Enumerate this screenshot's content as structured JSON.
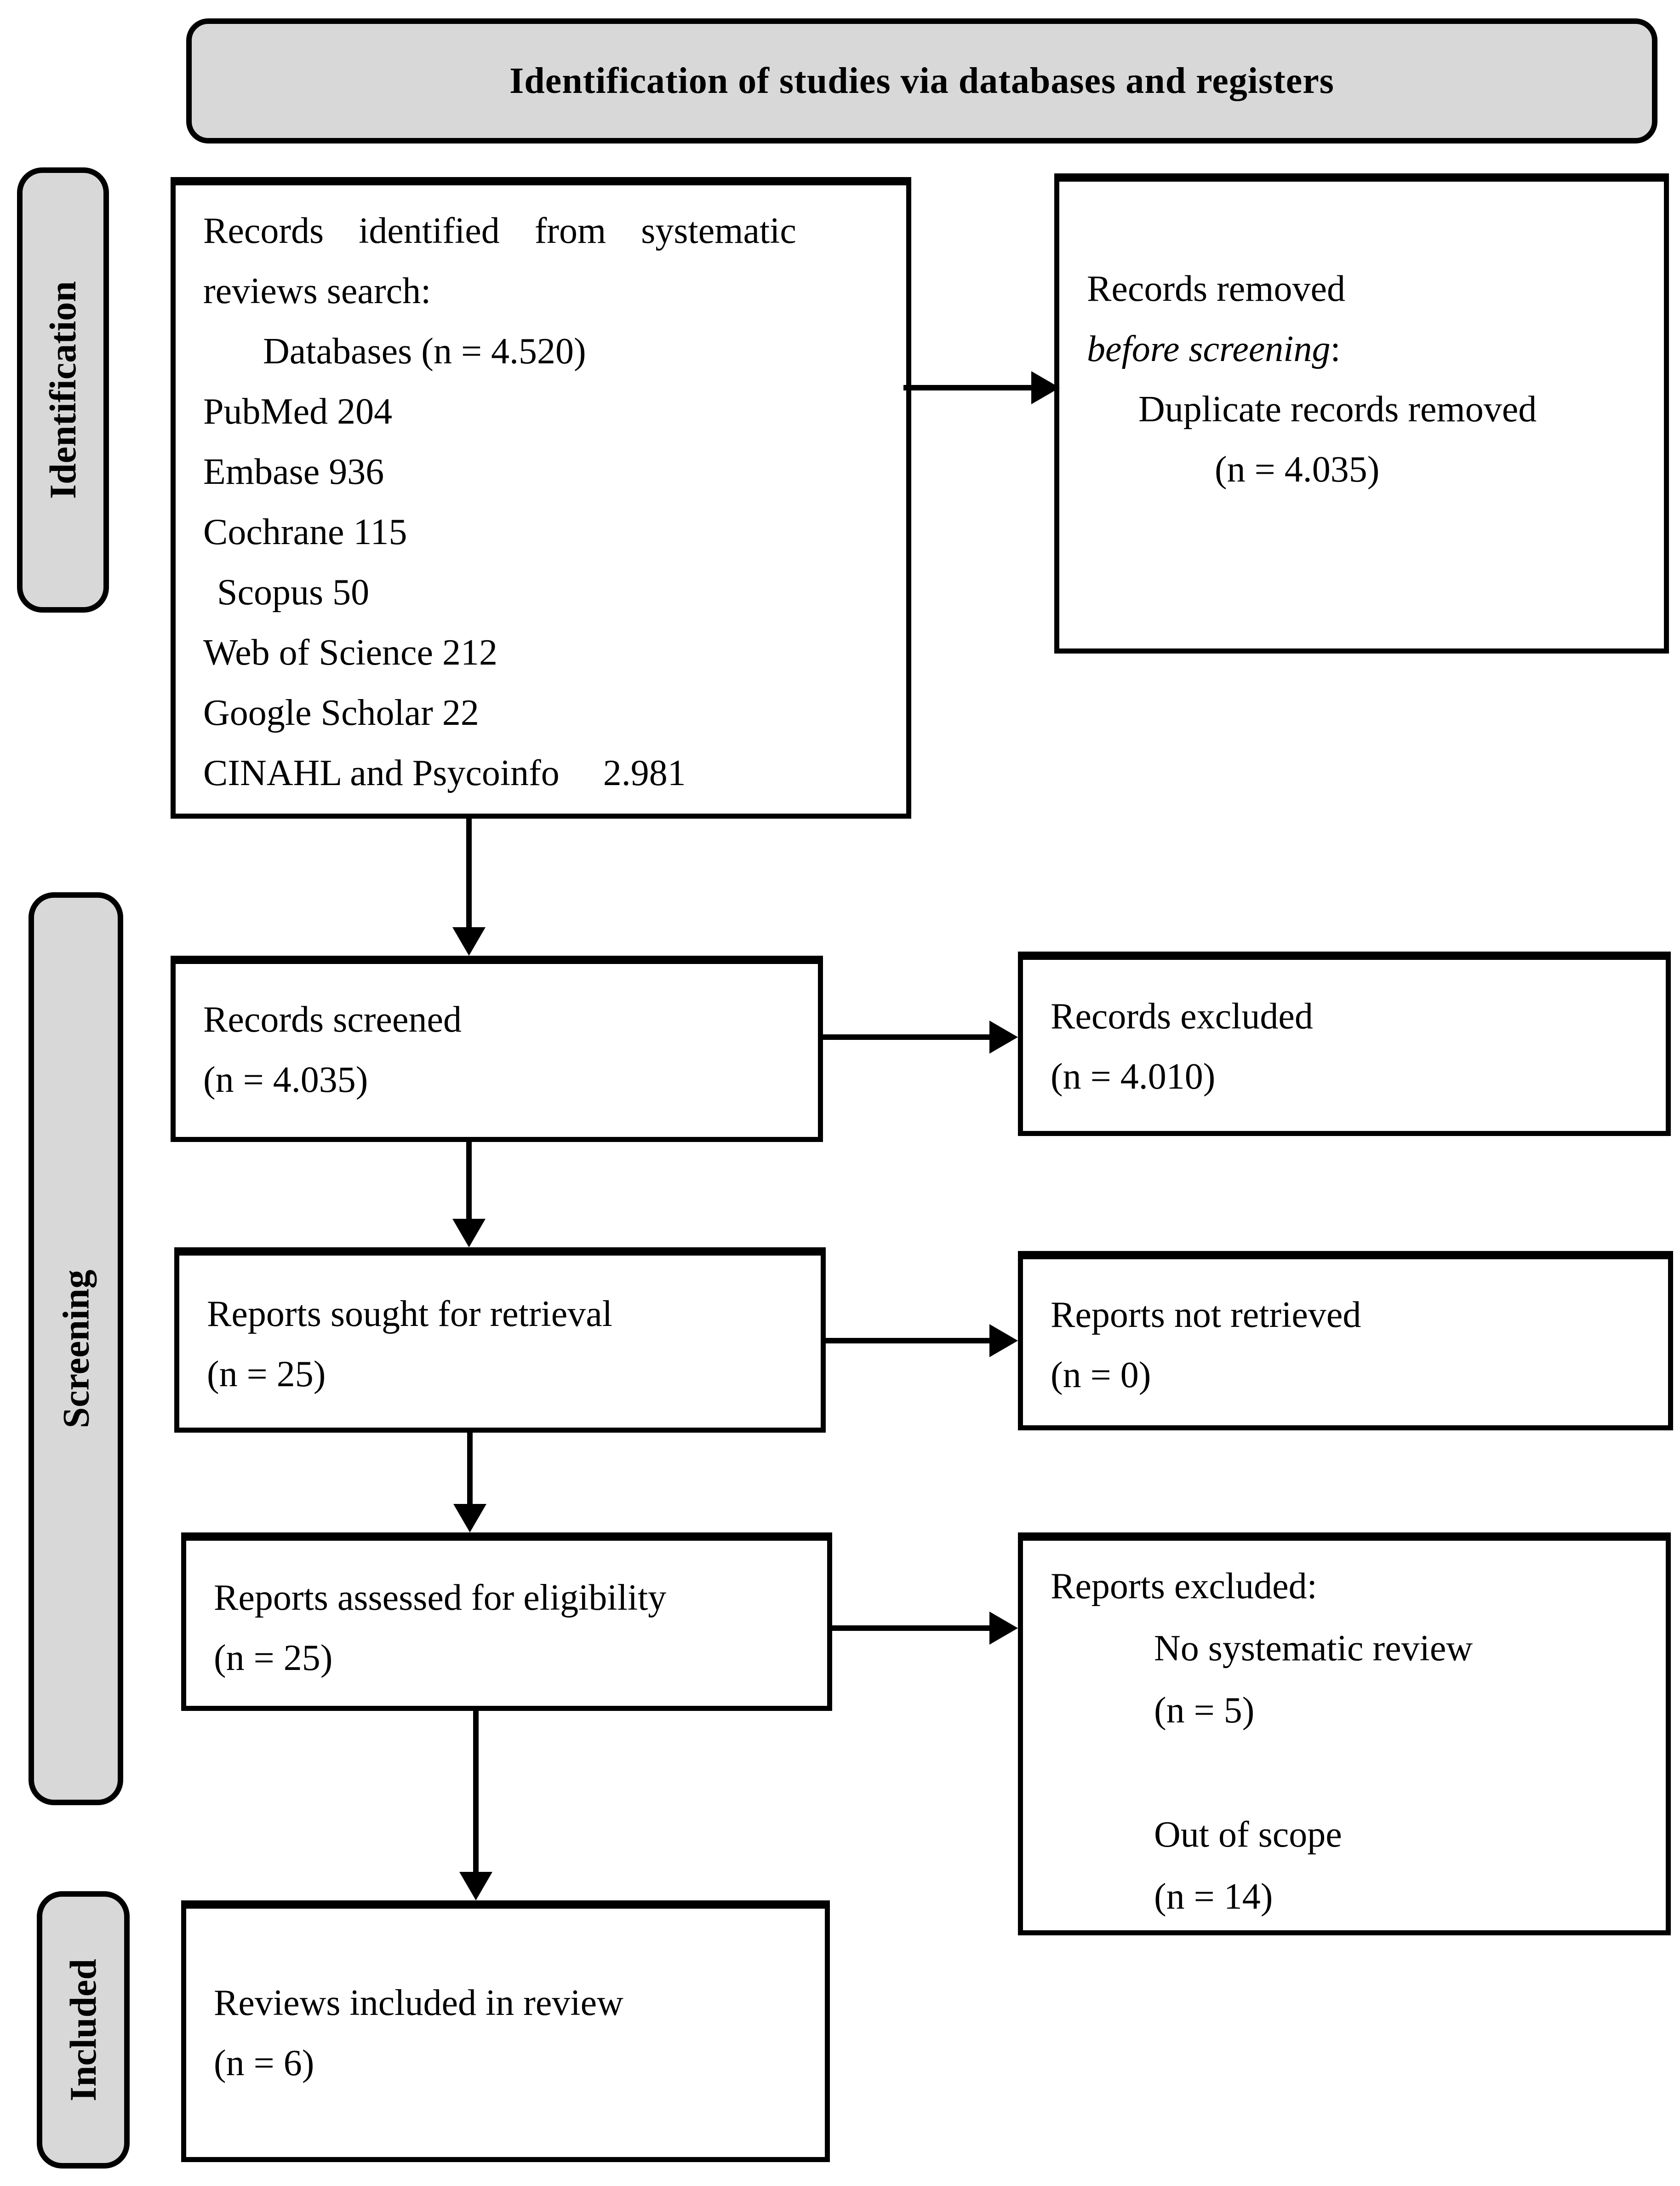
{
  "diagram": {
    "title": "Identification of studies via databases and registers",
    "side_labels": {
      "identification": "Identification",
      "screening": "Screening",
      "included": "Included"
    }
  },
  "boxes": {
    "identified": {
      "line1": "Records identified from systematic",
      "line2": "reviews search:",
      "databases": "Databases (n = 4.520)",
      "sources": [
        "PubMed 204",
        "Embase 936",
        "Cochrane 115",
        "Scopus 50",
        "Web of Science 212",
        "Google Scholar 22"
      ],
      "cinahl_label": "CINAHL and Psycoinfo",
      "cinahl_value": "2.981"
    },
    "records_removed": {
      "line1": "Records removed",
      "line2_italic": "before screening",
      "line2_suffix": ":",
      "line3": "Duplicate records removed",
      "line4": "(n = 4.035)"
    },
    "records_screened": {
      "line1": "Records screened",
      "line2": "(n = 4.035)"
    },
    "records_excluded": {
      "line1": "Records excluded",
      "line2": "(n = 4.010)"
    },
    "reports_sought": {
      "line1": "Reports sought for retrieval",
      "line2": "(n = 25)"
    },
    "reports_not_retrieved": {
      "line1": "Reports not retrieved",
      "line2": "(n = 0)"
    },
    "reports_assessed": {
      "line1": "Reports assessed for eligibility",
      "line2": "(n = 25)"
    },
    "reports_excluded": {
      "line1": "Reports excluded:",
      "reason1": "No systematic review",
      "reason1_n": "(n = 5)",
      "reason2": "Out of scope",
      "reason2_n": "(n = 14)"
    },
    "reviews_included": {
      "line1": "Reviews included in review",
      "line2": "(n = 6)"
    }
  },
  "colors": {
    "gray_fill": "#d8d8d8",
    "border": "#000000",
    "background": "#ffffff"
  }
}
